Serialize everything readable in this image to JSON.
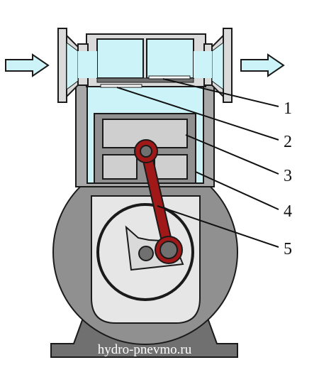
{
  "diagram": {
    "callouts": [
      {
        "number": "1"
      },
      {
        "number": "2"
      },
      {
        "number": "3"
      },
      {
        "number": "4"
      },
      {
        "number": "5"
      }
    ],
    "watermark": "hydro-pnevmo.ru",
    "colors": {
      "housing": "#909090",
      "housing_dark": "#707070",
      "cylinder": "#a8a8a8",
      "piston": "#cfcfcf",
      "crankcase": "#e6e6e6",
      "fluid": "#ccf4f8",
      "valve": "#dadada",
      "rod": "#a01818",
      "outline": "#1a1a1a"
    },
    "icons": [
      "inlet-arrow-icon",
      "outlet-arrow-icon"
    ]
  }
}
